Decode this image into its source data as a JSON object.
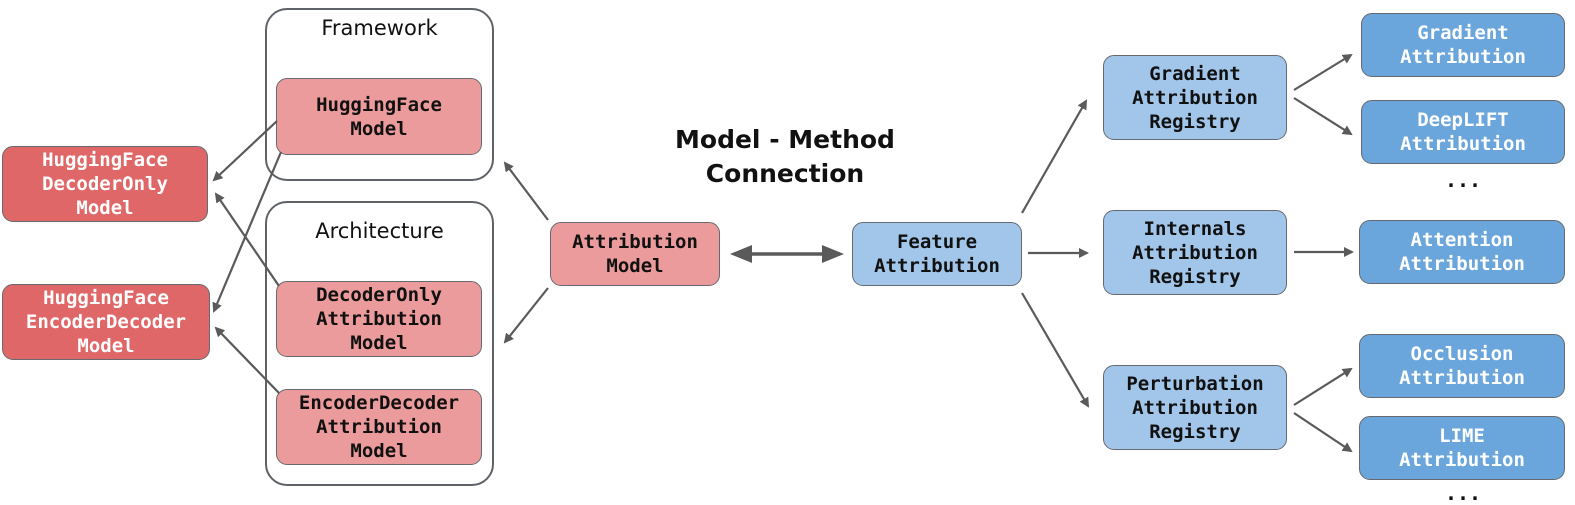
{
  "title": "Model - Method\nConnection",
  "groups": {
    "framework": "Framework",
    "architecture": "Architecture"
  },
  "left": {
    "hf_decoder_only": "HuggingFace\nDecoderOnly\nModel",
    "hf_encoder_decoder": "HuggingFace\nEncoderDecoder\nModel",
    "hf_model": "HuggingFace\nModel",
    "decoder_only_attr": "DecoderOnly\nAttribution\nModel",
    "encoder_decoder_attr": "EncoderDecoder\nAttribution\nModel",
    "attribution_model": "Attribution\nModel"
  },
  "right": {
    "feature_attribution": "Feature\nAttribution",
    "gradient_registry": "Gradient\nAttribution\nRegistry",
    "internals_registry": "Internals\nAttribution\nRegistry",
    "perturbation_registry": "Perturbation\nAttribution\nRegistry",
    "gradient_attr": "Gradient\nAttribution",
    "deeplift_attr": "DeepLIFT\nAttribution",
    "attention_attr": "Attention\nAttribution",
    "occlusion_attr": "Occlusion\nAttribution",
    "lime_attr": "LIME\nAttribution",
    "ellipsis_gradient": "...",
    "ellipsis_perturbation": "..."
  },
  "colors": {
    "red_dark": "#e06767",
    "red_light": "#eb9b9b",
    "blue_light": "#a2c6ea",
    "blue_dark": "#6aa6dc",
    "arrow": "#5a5a5a"
  }
}
